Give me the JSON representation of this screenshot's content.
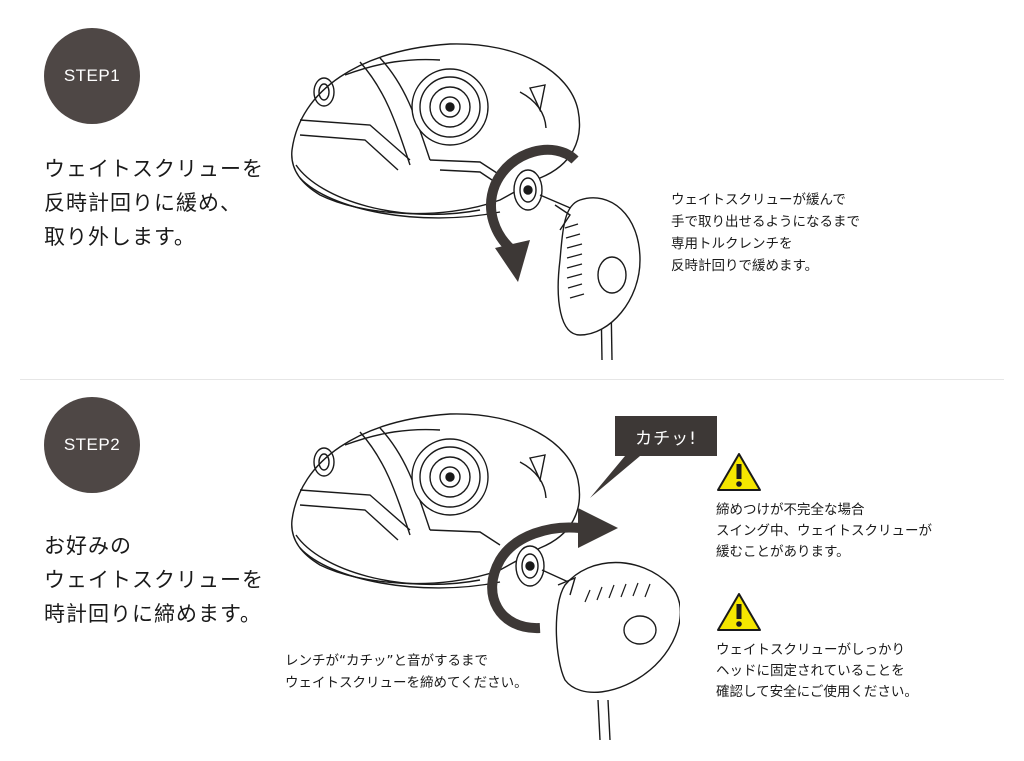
{
  "step1": {
    "badge": "STEP1",
    "instruction": "ウェイトスクリューを\n反時計回りに緩め、\n取り外します。",
    "note": "ウェイトスクリューが緩んで\n手で取り出せるようになるまで\n専用トルクレンチを\n反時計回りで緩めます。"
  },
  "step2": {
    "badge": "STEP2",
    "instruction": "お好みの\nウェイトスクリューを\n時計回りに締めます。",
    "note": "レンチが“カチッ”と音がするまで\nウェイトスクリューを締めてください。",
    "bubble": "カチッ!",
    "warnings": [
      "締めつけが不完全な場合\nスイング中、ウェイトスクリューが\n緩むことがあります。",
      "ウェイトスクリューがしっかり\nヘッドに固定されていることを\n確認して安全にご使用ください。"
    ]
  },
  "colors": {
    "badge": "#4e4745",
    "warning_fill": "#f5e600",
    "bubble": "#3d3836"
  }
}
